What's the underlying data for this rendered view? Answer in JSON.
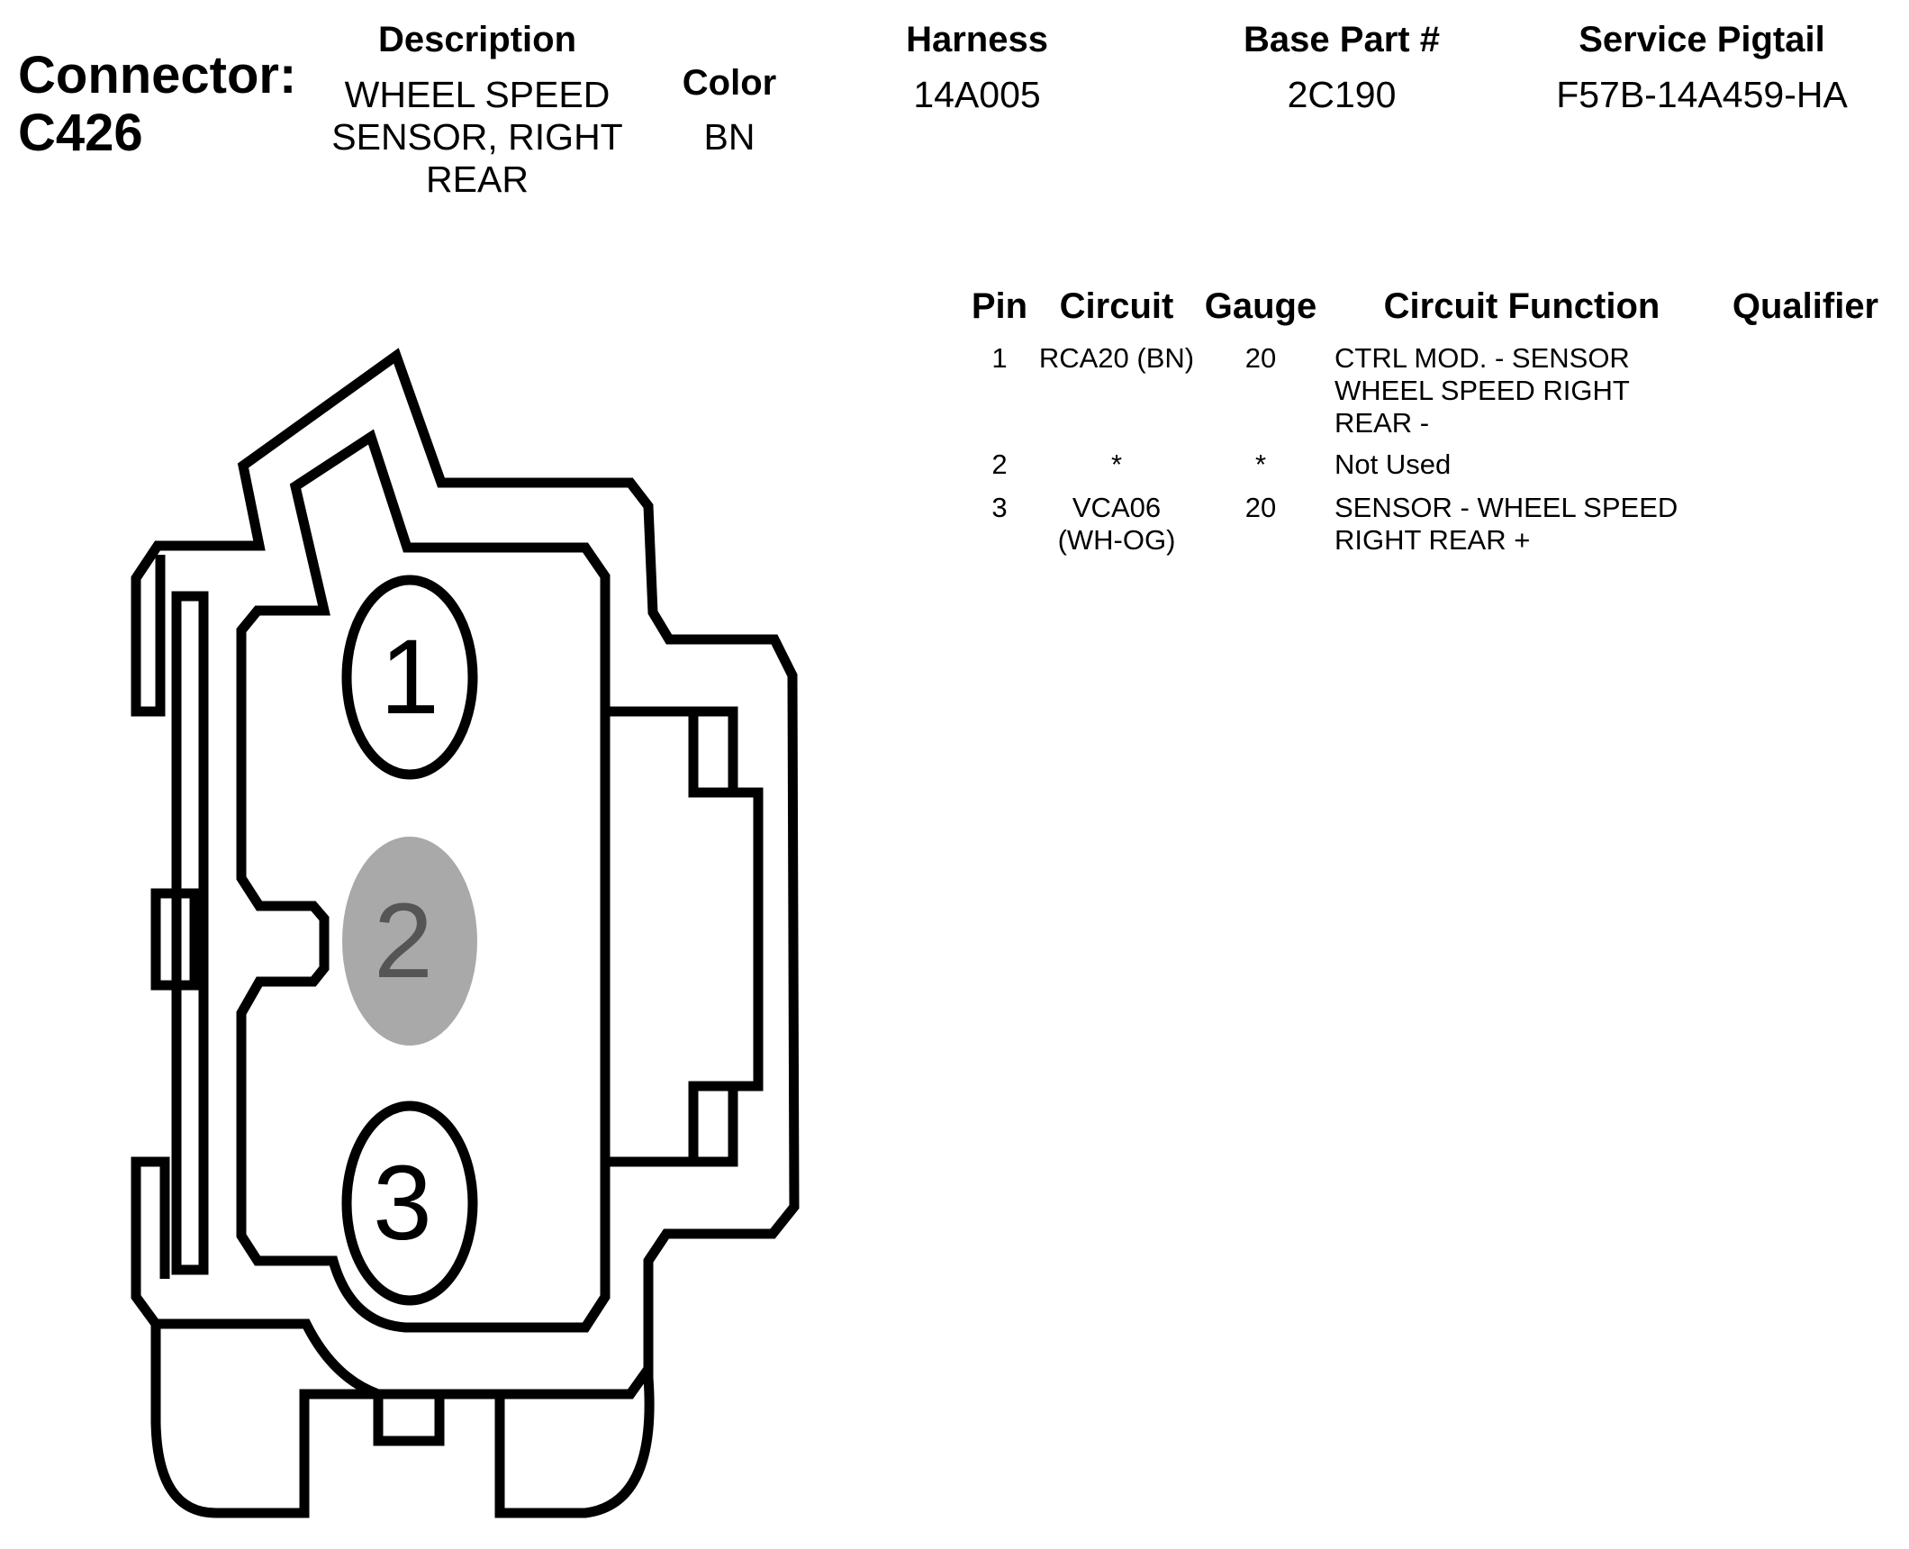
{
  "connector": {
    "label": "Connector:",
    "id": "C426"
  },
  "header": {
    "description_label": "Description",
    "description_lines": [
      "WHEEL SPEED",
      "SENSOR, RIGHT",
      "REAR"
    ],
    "color_label": "Color",
    "color_value": "BN",
    "harness_label": "Harness",
    "harness_value": "14A005",
    "base_part_label": "Base Part #",
    "base_part_value": "2C190",
    "service_pigtail_label": "Service Pigtail",
    "service_pigtail_value": "F57B-14A459-HA"
  },
  "pin_table": {
    "columns": [
      "Pin",
      "Circuit",
      "Gauge",
      "Circuit Function",
      "Qualifier"
    ],
    "rows": [
      {
        "pin": "1",
        "circuit": [
          "RCA20 (BN)"
        ],
        "gauge": "20",
        "function": [
          "CTRL MOD. - SENSOR",
          "WHEEL SPEED RIGHT",
          "REAR -"
        ],
        "qualifier": ""
      },
      {
        "pin": "2",
        "circuit": [
          "*"
        ],
        "gauge": "*",
        "function": [
          "Not Used"
        ],
        "qualifier": ""
      },
      {
        "pin": "3",
        "circuit": [
          "VCA06",
          "(WH-OG)"
        ],
        "gauge": "20",
        "function": [
          "SENSOR - WHEEL SPEED",
          "RIGHT REAR +"
        ],
        "qualifier": ""
      }
    ]
  },
  "diagram": {
    "pins": [
      {
        "label": "1",
        "used": true
      },
      {
        "label": "2",
        "used": false
      },
      {
        "label": "3",
        "used": true
      }
    ],
    "colors": {
      "outline": "#000000",
      "unused_pin_fill": "#a9a9a9",
      "unused_pin_text": "#555555"
    }
  }
}
